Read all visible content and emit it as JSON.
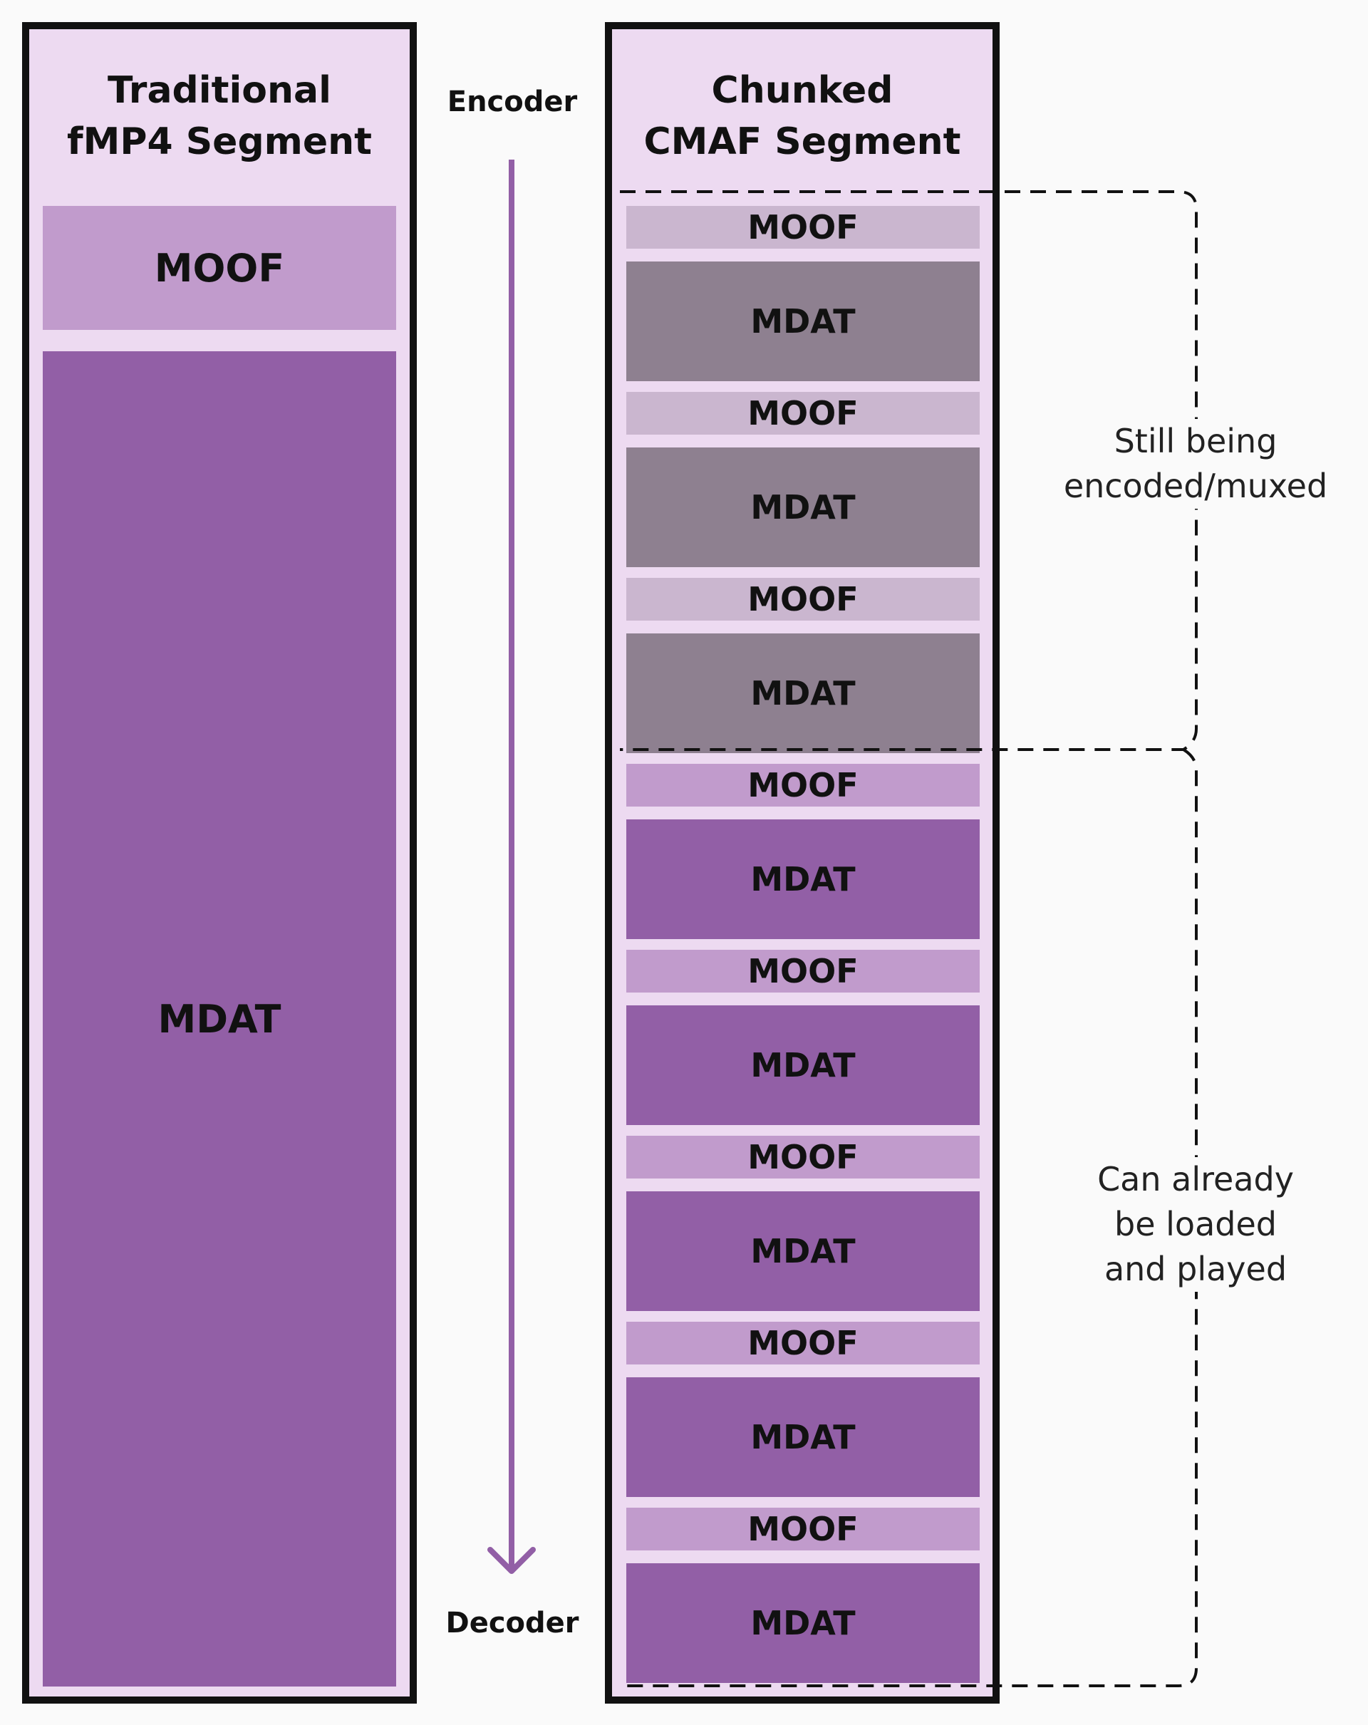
{
  "left_panel": {
    "title_line1": "Traditional",
    "title_line2": "fMP4 Segment",
    "moof_label": "MOOF",
    "mdat_label": "MDAT"
  },
  "right_panel": {
    "title_line1": "Chunked",
    "title_line2": "CMAF Segment",
    "chunks": [
      {
        "moof": "MOOF",
        "mdat": "MDAT",
        "state": "encoding"
      },
      {
        "moof": "MOOF",
        "mdat": "MDAT",
        "state": "encoding"
      },
      {
        "moof": "MOOF",
        "mdat": "MDAT",
        "state": "encoding"
      },
      {
        "moof": "MOOF",
        "mdat": "MDAT",
        "state": "ready"
      },
      {
        "moof": "MOOF",
        "mdat": "MDAT",
        "state": "ready"
      },
      {
        "moof": "MOOF",
        "mdat": "MDAT",
        "state": "ready"
      },
      {
        "moof": "MOOF",
        "mdat": "MDAT",
        "state": "ready"
      },
      {
        "moof": "MOOF",
        "mdat": "MDAT",
        "state": "ready"
      }
    ]
  },
  "pipeline": {
    "top_label": "Encoder",
    "bottom_label": "Decoder",
    "arrow_icon": "down-arrow-icon"
  },
  "notes": {
    "encoding_line1": "Still being",
    "encoding_line2": "encoded/muxed",
    "ready_line1": "Can already",
    "ready_line2": "be loaded",
    "ready_line3": "and played"
  },
  "colors": {
    "panel_bg": "#eddaf1",
    "moof_ready": "#c19bcc",
    "mdat_ready": "#925fa6",
    "moof_encoding": "#cab6cf",
    "mdat_encoding": "#8e8090",
    "arrow": "#925fa6"
  }
}
